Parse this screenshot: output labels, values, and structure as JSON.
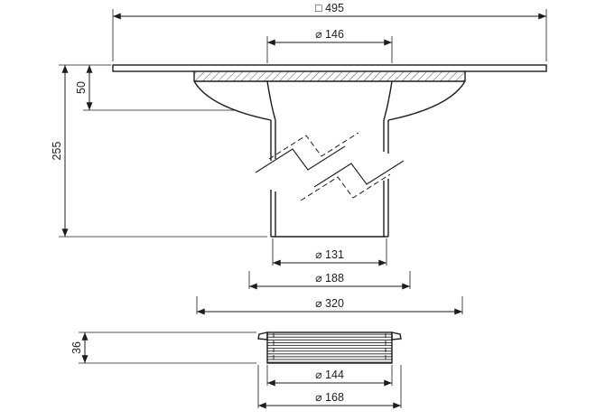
{
  "drawing": {
    "colors": {
      "line": "#1d1d1b",
      "background": "#ffffff"
    },
    "dimensions": {
      "overall_width": "□ 495",
      "inlet_diameter": "⌀ 146",
      "flange_height": "50",
      "overall_height": "255",
      "pipe_inner_diameter": "⌀ 131",
      "pipe_outer_diameter": "⌀ 188",
      "body_diameter": "⌀ 320",
      "ring_height": "36",
      "ring_inner_diameter": "⌀ 144",
      "ring_outer_diameter": "⌀ 168"
    }
  }
}
